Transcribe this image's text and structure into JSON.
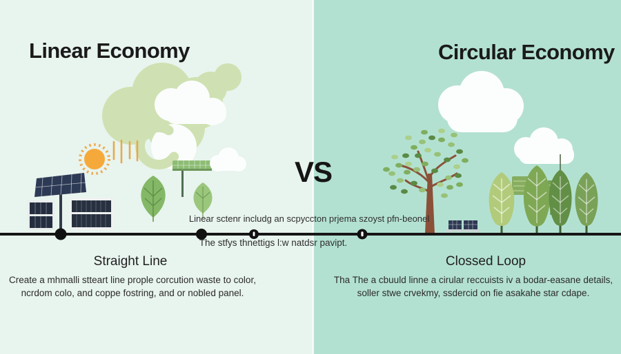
{
  "left_panel": {
    "title": "Linear Economy",
    "heading": "Straight Line",
    "description": [
      "Create a mhmalli stteart line prople corcution waste to color,",
      "ncrdom colo, and coppe fostring, and or nobled panel."
    ]
  },
  "right_panel": {
    "title": "Circular Economy",
    "heading": "Clossed Loop",
    "description": [
      "Tha The a cbuuld linne a cirular reccuists iv a bodar-easane details,",
      "soller stwe crvekmy, ssdercid on fie asakahe star cdape."
    ]
  },
  "center": {
    "vs_label": "VS",
    "timeline_caption_top": "Linear sctenr includg an scpyccton prjema szoyst pfn-beonel",
    "timeline_caption_bottom": "The stfys thnettigs l:w natdsr pavipt."
  },
  "colors": {
    "left_background": "#e8f4ee",
    "right_background": "#b3e1d1",
    "title_text": "#1a1a1a",
    "body_text": "#2e2e2e",
    "timeline_black": "#161616",
    "cloud_green": "#cfe1b2",
    "sun_orange": "#f6a93b",
    "solar_panel_navy": "#2d3a55",
    "leaf_green": "#84b867",
    "tree_trunk_brown": "#8a5138",
    "white_cloud": "#fcfefd"
  },
  "icons": {
    "left": [
      "recycle-cloud-icon",
      "sun-icon",
      "rain-lines-icon",
      "tilted-solar-panel-icon",
      "small-solar-panel-icon",
      "large-solar-panel-icon",
      "large-leaf-icon",
      "green-solar-panel-icon",
      "small-leaf-icon",
      "small-cloud-icon"
    ],
    "right": [
      "large-cloud-icon",
      "small-cloud-icon",
      "tree-icon",
      "bench-icon",
      "leaf-tree-icon",
      "green-panel-box-icon"
    ]
  }
}
